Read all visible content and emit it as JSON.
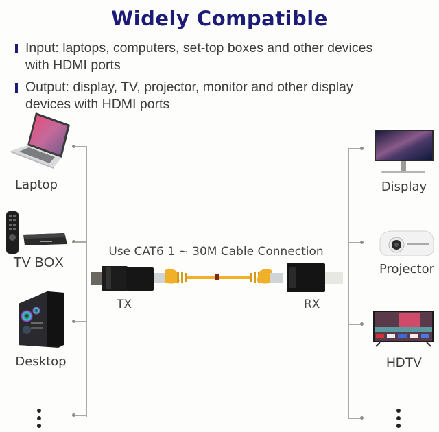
{
  "title": "Widely  Compatible",
  "bullets": [
    {
      "line1": "Input: laptops, computers, set-top boxes and other devices",
      "line2": "with HDMI ports"
    },
    {
      "line1": "Output: display, TV, projector, monitor and other display",
      "line2": "devices with HDMI ports"
    }
  ],
  "inputs": {
    "items": [
      {
        "label": "Laptop",
        "icon": "laptop-icon"
      },
      {
        "label": "TV BOX",
        "icon": "tv-box-icon"
      },
      {
        "label": "Desktop",
        "icon": "desktop-tower-icon"
      }
    ],
    "more": "more-inputs-ellipsis"
  },
  "outputs": {
    "items": [
      {
        "label": "Display",
        "icon": "monitor-icon"
      },
      {
        "label": "Projector",
        "icon": "projector-icon"
      },
      {
        "label": "HDTV",
        "icon": "hdtv-icon"
      }
    ],
    "more": "more-outputs-ellipsis"
  },
  "connection": {
    "caption": "Use CAT6 1 ~ 30M Cable Connection",
    "tx_label": "TX",
    "rx_label": "RX"
  },
  "colors": {
    "title": "#1c1c78",
    "bracket_line": "#a9aaa4",
    "cable": "#f0b02a",
    "adapter": "#1c1c1c"
  }
}
